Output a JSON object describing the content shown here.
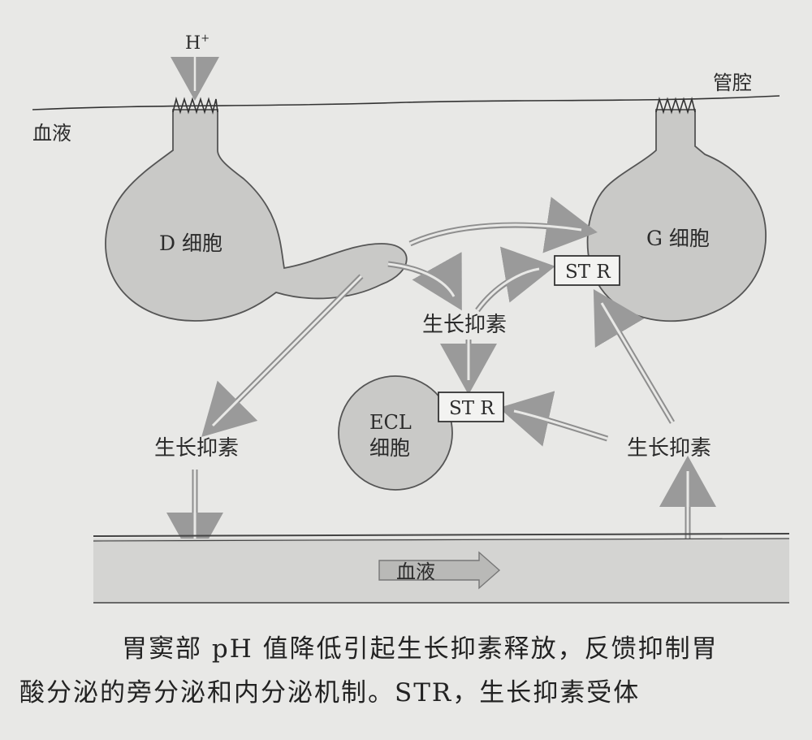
{
  "labels": {
    "h_plus": "H",
    "h_plus_sup": "+",
    "lumen": "管腔",
    "blood_top": "血液",
    "d_cell": "D 细胞",
    "g_cell": "G 细胞",
    "ecl_line1": "ECL",
    "ecl_line2": "细胞",
    "str_g": "ST R",
    "str_ecl": "ST R",
    "somatostatin_center": "生长抑素",
    "somatostatin_left": "生长抑素",
    "somatostatin_right": "生长抑素",
    "blood_vessel": "血液"
  },
  "caption": {
    "line1": "胃窦部 pH 值降低引起生长抑素释放，反馈抑制胃",
    "line2": "酸分泌的旁分泌和内分泌机制。STR，生长抑素受体"
  }
}
